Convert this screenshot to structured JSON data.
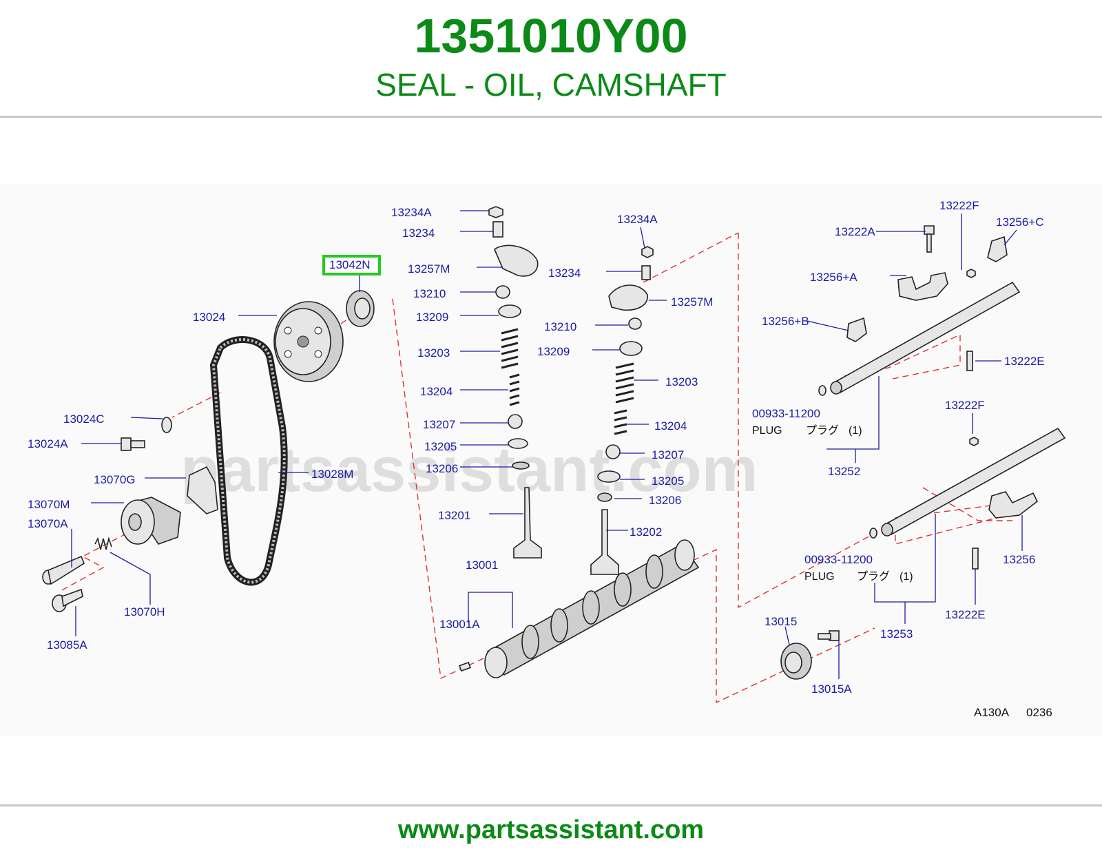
{
  "header": {
    "part_number": "1351010Y00",
    "description": "SEAL - OIL, CAMSHAFT"
  },
  "diagram": {
    "watermark": "partsassistant.com",
    "ref_code": "A130A",
    "ref_number": "0236",
    "highlighted_label": "13042N",
    "labels": {
      "l13234A_1": "13234A",
      "l13234_1": "13234",
      "l13257M_1": "13257M",
      "l13210_1": "13210",
      "l13209_1": "13209",
      "l13203_1": "13203",
      "l13204_1": "13204",
      "l13207_1": "13207",
      "l13205_1": "13205",
      "l13206_1": "13206",
      "l13201": "13201",
      "l13001": "13001",
      "l13001A": "13001A",
      "l13234A_2": "13234A",
      "l13234_2": "13234",
      "l13257M_2": "13257M",
      "l13210_2": "13210",
      "l13209_2": "13209",
      "l13203_2": "13203",
      "l13204_2": "13204",
      "l13207_2": "13207",
      "l13205_2": "13205",
      "l13206_2": "13206",
      "l13202": "13202",
      "l13024": "13024",
      "l13024C": "13024C",
      "l13024A": "13024A",
      "l13070G": "13070G",
      "l13070M": "13070M",
      "l13070A": "13070A",
      "l13070H": "13070H",
      "l13085A": "13085A",
      "l13028M": "13028M",
      "l13222F_1": "13222F",
      "l13222A": "13222A",
      "l13256C": "13256+C",
      "l13256A": "13256+A",
      "l13256B": "13256+B",
      "l13222E_1": "13222E",
      "l00933_1": "00933-11200",
      "l13252": "13252",
      "l13222F_2": "13222F",
      "l00933_2": "00933-11200",
      "l13256": "13256",
      "l13222E_2": "13222E",
      "l13253": "13253",
      "l13015": "13015",
      "l13015A": "13015A"
    },
    "plug_1": {
      "en": "PLUG",
      "jp": "プラグ",
      "qty": "(1)"
    },
    "plug_2": {
      "en": "PLUG",
      "jp": "プラグ",
      "qty": "(1)"
    }
  },
  "footer": {
    "url": "www.partsassistant.com"
  },
  "colors": {
    "brand_green": "#0b8a17",
    "label_blue": "#1a1aa8",
    "dashed_red": "#e03030",
    "highlight_green": "#22cc22"
  }
}
